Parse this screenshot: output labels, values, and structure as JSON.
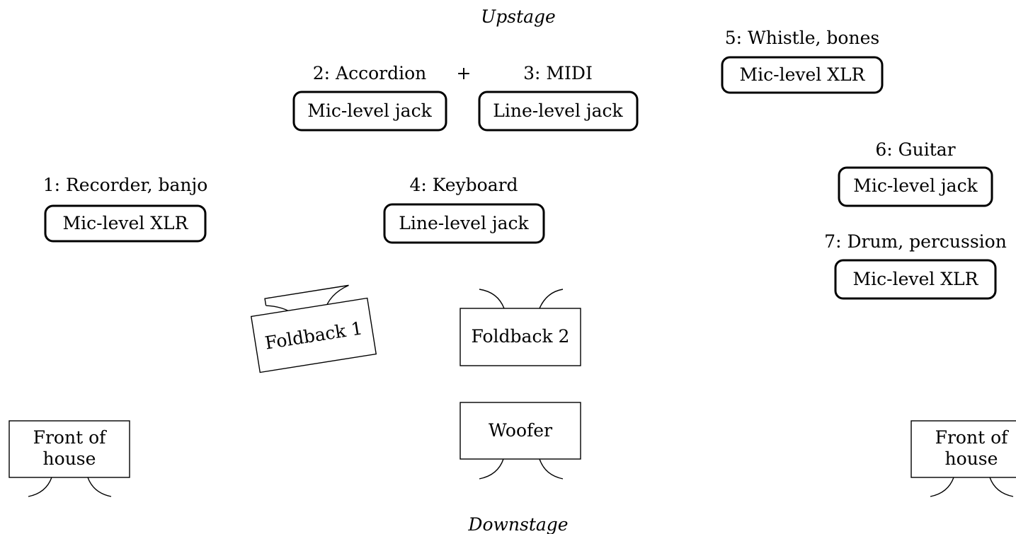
{
  "colors": {
    "ink": "#000000",
    "background": "#ffffff"
  },
  "directions": {
    "upstage": "Upstage",
    "downstage": "Downstage"
  },
  "joiner": "+",
  "channels": [
    {
      "label": "1: Recorder, banjo",
      "input": "Mic-level XLR"
    },
    {
      "label": "2: Accordion",
      "input": "Mic-level jack"
    },
    {
      "label": "3: MIDI",
      "input": "Line-level jack"
    },
    {
      "label": "4: Keyboard",
      "input": "Line-level jack"
    },
    {
      "label": "5: Whistle, bones",
      "input": "Mic-level XLR"
    },
    {
      "label": "6: Guitar",
      "input": "Mic-level jack"
    },
    {
      "label": "7: Drum, percussion",
      "input": "Mic-level XLR"
    }
  ],
  "speakers": {
    "foldback_1": "Foldback 1",
    "foldback_2": "Foldback 2",
    "woofer": "Woofer",
    "front_left": {
      "line1": "Front of",
      "line2": "house"
    },
    "front_right": {
      "line1": "Front of",
      "line2": "house"
    }
  }
}
